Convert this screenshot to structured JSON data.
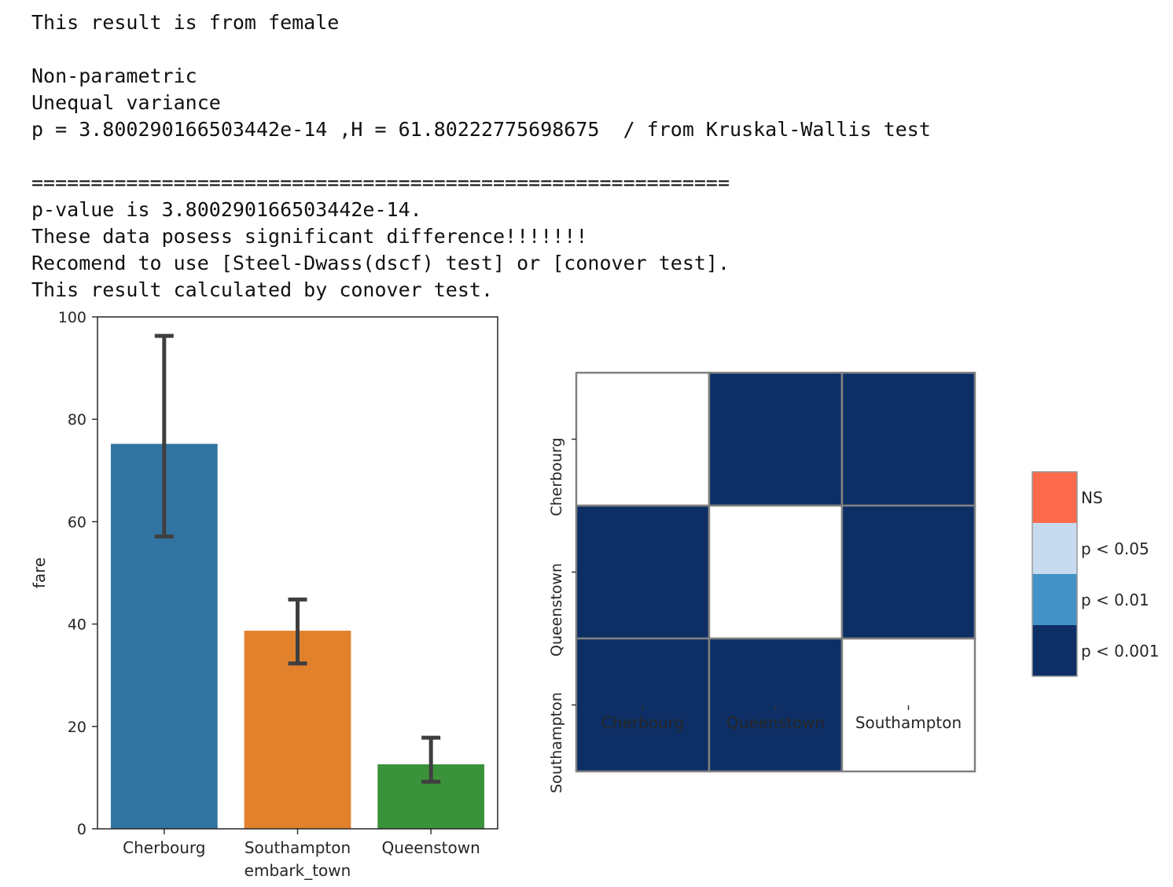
{
  "console": {
    "lines": [
      "This result is from female",
      "",
      "Non-parametric",
      "Unequal variance",
      "p = 3.800290166503442e-14 ,H = 61.80222775698675  / from Kruskal-Wallis test",
      "",
      "===========================================================",
      "p-value is 3.800290166503442e-14.",
      "These data posess significant difference!!!!!!!",
      "Recomend to use [Steel-Dwass(dscf) test] or [conover test].",
      "This result calculated by conover test."
    ]
  },
  "chart_data": [
    {
      "type": "bar",
      "categories": [
        "Cherbourg",
        "Southampton",
        "Queenstown"
      ],
      "values": [
        75.2,
        38.7,
        12.6
      ],
      "error_low": [
        57.1,
        32.3,
        9.2
      ],
      "error_high": [
        96.3,
        44.8,
        17.8
      ],
      "colors": [
        "#3274a1",
        "#e1812c",
        "#3a923a"
      ],
      "error_color": "#3f3f3f",
      "xlabel": "embark_town",
      "ylabel": "fare",
      "ylim": [
        0,
        100
      ],
      "yticks": [
        0,
        20,
        40,
        60,
        80,
        100
      ],
      "grid": false
    },
    {
      "type": "heatmap",
      "rows": [
        "Cherbourg",
        "Queenstown",
        "Southampton"
      ],
      "cols": [
        "Cherbourg",
        "Queenstown",
        "Southampton"
      ],
      "cells": [
        [
          "diag",
          "p < 0.001",
          "p < 0.001"
        ],
        [
          "p < 0.001",
          "diag",
          "p < 0.001"
        ],
        [
          "p < 0.001",
          "p < 0.001",
          "diag"
        ]
      ],
      "legend": [
        {
          "label": "NS",
          "color": "#fb6a4a"
        },
        {
          "label": "p < 0.05",
          "color": "#c6dbef"
        },
        {
          "label": "p < 0.01",
          "color": "#4292c6"
        },
        {
          "label": "p < 0.001",
          "color": "#0d2f66"
        }
      ],
      "diag_color": "#ffffff",
      "cell_border_color": "#808080"
    }
  ]
}
